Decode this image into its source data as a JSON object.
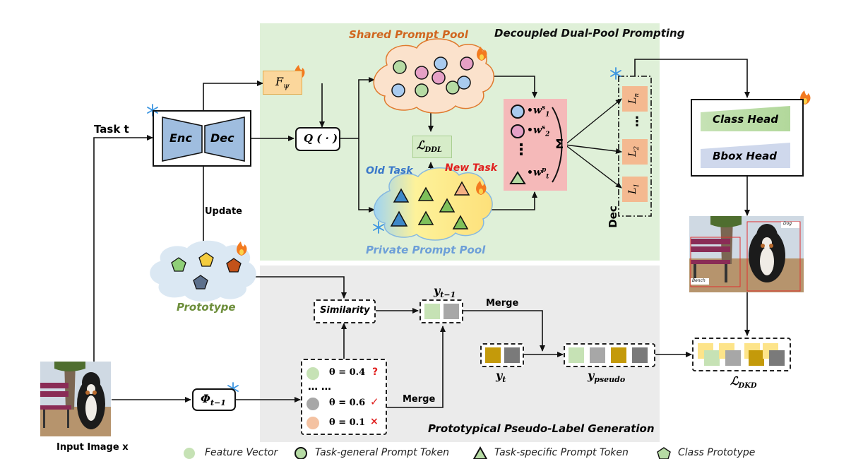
{
  "title_top": "Decoupled Dual-Pool Prompting",
  "title_bottom": "Prototypical Pseudo-Label Generation",
  "shared_pool": "Shared Prompt Pool",
  "private_pool": "Private Prompt Pool",
  "old_task": "Old Task",
  "new_task": "New Task",
  "task_t": "Task t",
  "encoder": "Enc",
  "decoder": "Dec",
  "f_psi": "F",
  "f_psi_sub": "ψ",
  "query": "Q ( · )",
  "loss_ddl": "ℒ",
  "loss_ddl_sub": "DDL",
  "update": "Update",
  "prototype": "Prototype",
  "similarity": "Similarity",
  "merge": "Merge",
  "y_prev": "y",
  "y_prev_sub": "t−1",
  "y_t": "y",
  "y_t_sub": "t",
  "y_pseudo": "y",
  "y_pseudo_sub": "pseudo",
  "loss_dkd": "ℒ",
  "loss_dkd_sub": "DKD",
  "phi": "Φ",
  "phi_sub": "t−1",
  "dec_side": "Dec",
  "class_head": "Class Head",
  "bbox_head": "Bbox Head",
  "layers": [
    "L",
    "L",
    "L"
  ],
  "layer_subs": [
    "n",
    "2",
    "1"
  ],
  "layer_dots": "⋮",
  "weights": [
    {
      "w": "•w",
      "sup": "s",
      "sub": "1"
    },
    {
      "w": "•w",
      "sup": "s",
      "sub": "2"
    },
    {
      "w": "•w",
      "sup": "p",
      "sub": "t"
    }
  ],
  "sigma": "Σ",
  "weights_dots": "⋮",
  "thetas": [
    {
      "text": "θ = 0.4",
      "mark": "?"
    },
    {
      "text": "θ = 0.6",
      "mark": "✓"
    },
    {
      "text": "θ = 0.1",
      "mark": "×"
    }
  ],
  "theta_dots": "…       …",
  "input_image": "Input Image x",
  "detect_labels": [
    "Dog",
    "Bench"
  ],
  "legend": [
    "Feature Vector",
    "Task-general Prompt Token",
    "Task-specific Prompt Token",
    "Class Prototype"
  ],
  "colors": {
    "top_panel": "#dff0d8",
    "bottom_panel": "#ebebeb",
    "enc_dec": "#9fbddf",
    "f_psi": "#fbd79c",
    "loss_ddl": "#d6ecc8",
    "weights_box": "#f5b9b9",
    "layer": "#f4b990",
    "class_head": "#c6e2b5",
    "bbox_head": "#cfd8ec",
    "shared_title": "#d0661f",
    "private_title": "#6d9fd8",
    "old_task": "#3a78c9",
    "new_task": "#e0201f",
    "prototype_title": "#6e8f3c"
  }
}
